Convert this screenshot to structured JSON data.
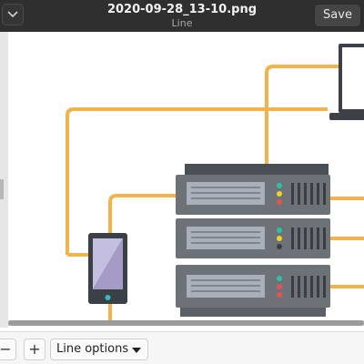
{
  "header": {
    "title": "2020-09-28_13-10.png",
    "subtitle": "Line",
    "save_label": "Save",
    "menu_icon": "chevron-down-icon"
  },
  "footer": {
    "zoom_out_label": "−",
    "zoom_in_label": "+",
    "line_options_label": "Line options",
    "dropdown_icon": "caret-down-icon"
  },
  "colors": {
    "header_bg": "#2f2f2f",
    "cable": "#f3b34c",
    "server_body": "#6d7279",
    "server_panel": "#a9b0ba",
    "led_green": "#2fc1a5",
    "led_yellow": "#f2d024",
    "led_red": "#e5544c",
    "phone_screen": "#b2acd0",
    "phone_led": "#2fc1c1"
  }
}
